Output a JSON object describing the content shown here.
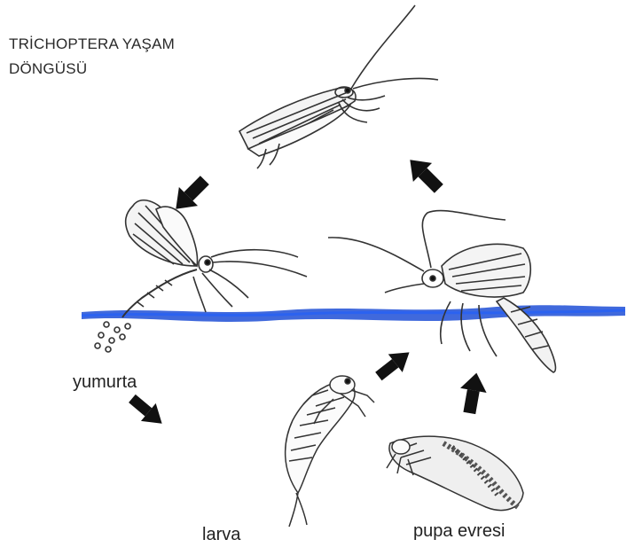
{
  "title": {
    "line1": "TRİCHOPTERA YAŞAM",
    "line2": "DÖNGÜSÜ"
  },
  "stages": {
    "egg": "yumurta",
    "larva": "larva",
    "pupa": "pupa evresi"
  },
  "colors": {
    "water": "#1f4fd6",
    "arrow": "#111111",
    "ink": "#333333"
  }
}
